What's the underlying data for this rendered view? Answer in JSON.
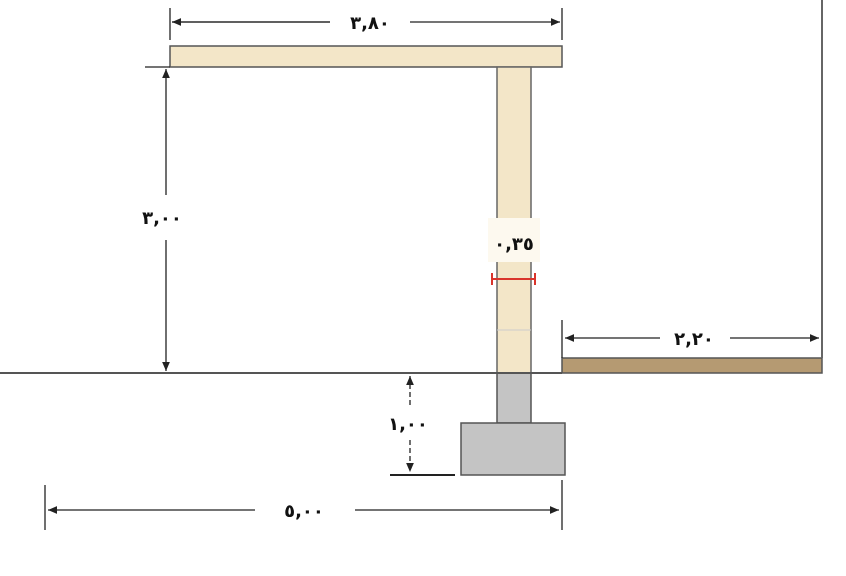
{
  "dimensions": {
    "beam_length": "٣,٨٠",
    "column_height": "٣,٠٠",
    "column_width": "٠,٣٥",
    "slab_length": "٢,٢٠",
    "foundation_depth": "١,٠٠",
    "total_length": "٥,٠٠"
  },
  "colors": {
    "wood": "#f3e6c8",
    "slab": "#b59a72",
    "concrete": "#c4c4c4",
    "marker": "#d9342b"
  }
}
